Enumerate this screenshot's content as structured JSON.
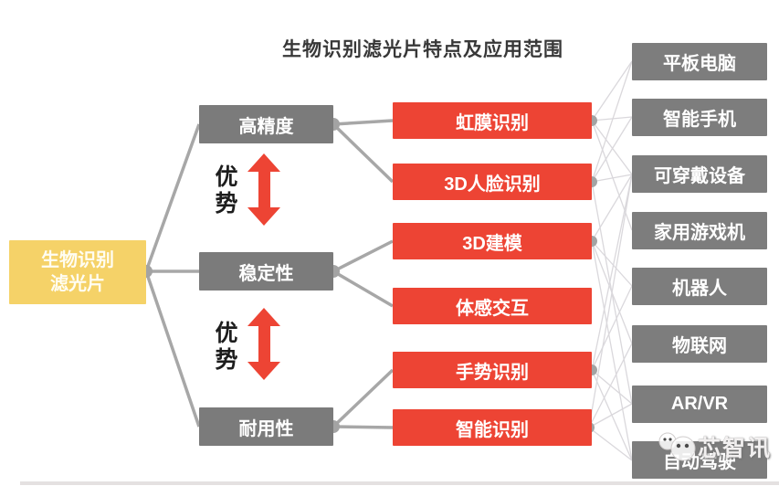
{
  "title": "生物识别滤光片特点及应用范围",
  "root": {
    "line1": "生物识别",
    "line2": "滤光片"
  },
  "advantage_label": "优势",
  "features": [
    {
      "label": "高精度"
    },
    {
      "label": "稳定性"
    },
    {
      "label": "耐用性"
    }
  ],
  "technologies": [
    {
      "label": "虹膜识别"
    },
    {
      "label": "3D人脸识别"
    },
    {
      "label": "3D建模"
    },
    {
      "label": "体感交互"
    },
    {
      "label": "手势识别"
    },
    {
      "label": "智能识别"
    }
  ],
  "devices": [
    {
      "label": "平板电脑"
    },
    {
      "label": "智能手机"
    },
    {
      "label": "可穿戴设备"
    },
    {
      "label": "家用游戏机"
    },
    {
      "label": "机器人"
    },
    {
      "label": "物联网"
    },
    {
      "label": "AR/VR"
    },
    {
      "label": "自动驾驶"
    }
  ],
  "watermark": {
    "text": "芯智讯"
  },
  "colors": {
    "root_bg": "#F5D268",
    "feature_bg": "#7B7B7B",
    "tech_bg": "#ED4434",
    "device_bg": "#7D7D7D",
    "arrow_red": "#ED4434",
    "thick_line": "#A7A7A7",
    "thin_line": "#DAD8DC",
    "title_text": "#383838"
  },
  "diagram": {
    "dots": [
      [
        160,
        297,
        7
      ],
      [
        365,
        136,
        7
      ],
      [
        365,
        297,
        7
      ],
      [
        365,
        467,
        7
      ],
      [
        648,
        132,
        6
      ],
      [
        648,
        199,
        6
      ],
      [
        648,
        264,
        6
      ],
      [
        648,
        405,
        6
      ],
      [
        645,
        468,
        6
      ]
    ],
    "thick_edges": [
      [
        160,
        297,
        218,
        136
      ],
      [
        160,
        297,
        218,
        297
      ],
      [
        160,
        297,
        218,
        467
      ],
      [
        365,
        136,
        430,
        132
      ],
      [
        365,
        136,
        430,
        199
      ],
      [
        365,
        297,
        430,
        264
      ],
      [
        365,
        297,
        430,
        335
      ],
      [
        365,
        467,
        430,
        405
      ],
      [
        365,
        467,
        430,
        468
      ]
    ],
    "thin_edges": [
      [
        648,
        132,
        692,
        67
      ],
      [
        648,
        132,
        692,
        128
      ],
      [
        648,
        132,
        692,
        191
      ],
      [
        648,
        132,
        692,
        252
      ],
      [
        648,
        199,
        692,
        67
      ],
      [
        648,
        199,
        692,
        128
      ],
      [
        648,
        199,
        692,
        191
      ],
      [
        648,
        199,
        692,
        442
      ],
      [
        648,
        264,
        692,
        191
      ],
      [
        648,
        264,
        692,
        313
      ],
      [
        648,
        264,
        692,
        376
      ],
      [
        648,
        264,
        692,
        504
      ],
      [
        648,
        405,
        692,
        191
      ],
      [
        648,
        405,
        692,
        313
      ],
      [
        648,
        405,
        692,
        442
      ],
      [
        648,
        405,
        692,
        504
      ],
      [
        645,
        468,
        692,
        191
      ],
      [
        645,
        468,
        692,
        376
      ],
      [
        645,
        468,
        692,
        442
      ],
      [
        645,
        468,
        692,
        504
      ]
    ]
  }
}
